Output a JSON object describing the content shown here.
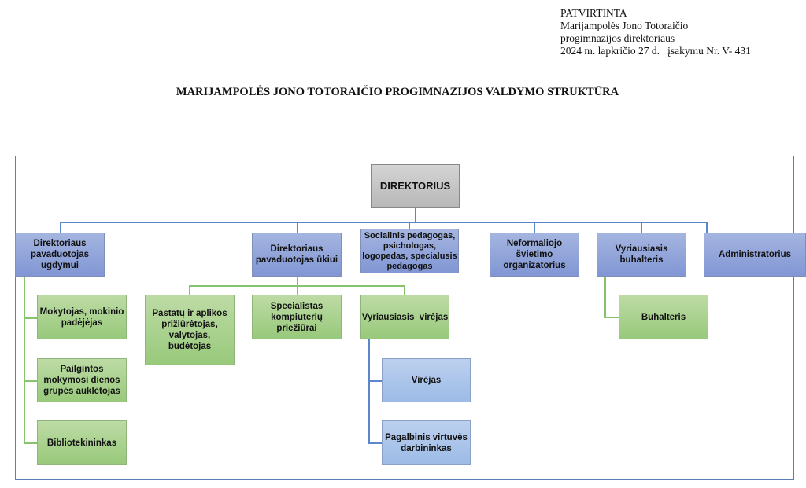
{
  "approval": {
    "lines": [
      "PATVIRTINTA",
      "Marijampolės Jono Totoraičio",
      "progimnazijos direktoriaus",
      "2024 m. lapkričio 27 d.   įsakymu Nr. V- 431"
    ]
  },
  "title": "MARIJAMPOLĖS JONO TOTORAIČIO PROGIMNAZIJOS VALDYMO STRUKTŪRA",
  "chart": {
    "director": "DIREKTORIUS",
    "level1": [
      "Direktoriaus pavaduotojas ugdymui",
      "Direktoriaus pavaduotojas ūkiui",
      "Socialinis pedagogas, psichologas, logopedas, specialusis pedagogas",
      "Neformaliojo švietimo organizatorius",
      "Vyriausiasis buhalteris",
      "Administratorius"
    ],
    "ugdymui_staff": [
      "Mokytojas, mokinio padėjėjas",
      "Pailgintos mokymosi dienos grupės auklėtojas",
      "Bibliotekininkas"
    ],
    "ukiui_staff": [
      "Pastatų ir aplikos prižiūrėtojas, valytojas, budėtojas",
      "Specialistas kompiuterių priežiūrai",
      "Vyriausiasis  virėjas"
    ],
    "kitchen_staff": [
      "Virėjas",
      "Pagalbinis virtuvės darbininkas"
    ],
    "accounting_staff": [
      "Buhalteris"
    ]
  }
}
